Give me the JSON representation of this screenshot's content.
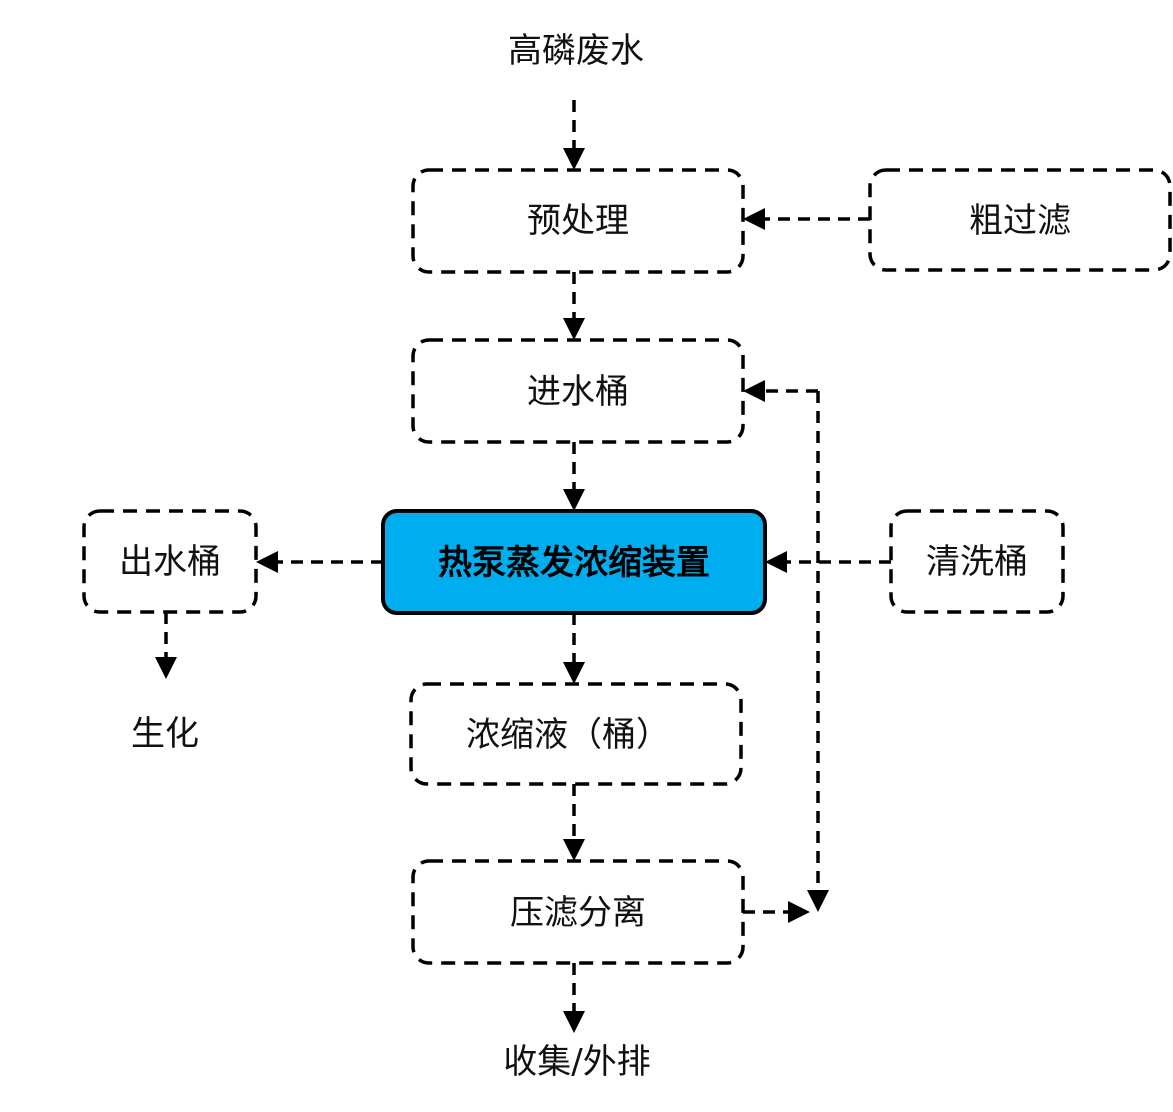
{
  "nodes": {
    "source": "高磷废水",
    "pretreatment": "预处理",
    "coarse_filter": "粗过滤",
    "inlet_bucket": "进水桶",
    "evaporator": "热泵蒸发浓缩装置",
    "outlet_bucket": "出水桶",
    "biochem": "生化",
    "cleaning_bucket": "清洗桶",
    "concentrate": "浓缩液（桶）",
    "filter_press": "压滤分离",
    "disposal": "收集/外排"
  },
  "colors": {
    "main_fill": "#00aeef",
    "border": "#000000",
    "text": "#111111"
  }
}
